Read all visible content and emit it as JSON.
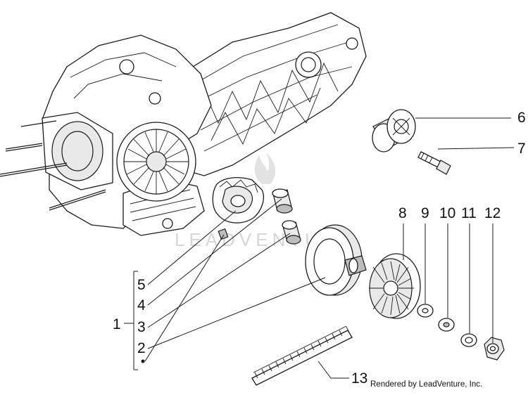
{
  "diagram": {
    "callouts": {
      "c1": "1",
      "c2": "2",
      "c3": "3",
      "c4": "4",
      "c5": "5",
      "c6": "6",
      "c7": "7",
      "c8": "8",
      "c9": "9",
      "c10": "10",
      "c11": "11",
      "c12": "12",
      "c13": "13"
    },
    "watermark": "LEADVENTURE",
    "credit": "Rendered by LeadVenture, Inc."
  },
  "colors": {
    "line": "#1a1a1a",
    "watermark": "#d6d6d6",
    "background": "#ffffff"
  }
}
